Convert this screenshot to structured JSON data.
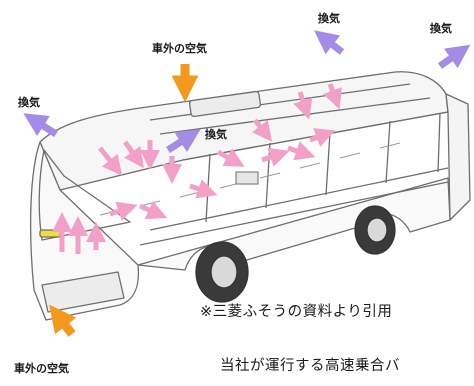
{
  "labels": {
    "outside_air_top": "車外の空気",
    "outside_air_bottom": "車外の空気",
    "ventilation_left": "換気",
    "ventilation_center": "換気",
    "ventilation_top_right": "換気",
    "ventilation_far_right": "換気"
  },
  "notes": {
    "source_credit": "※三菱ふそうの資料より引用",
    "body_text_fragment": "当社が運行する高速乗合バ"
  },
  "colors": {
    "intake_arrow": "#f39a1e",
    "exhaust_arrow": "#a48ce6",
    "internal_flow_arrow": "#f2a0c8",
    "bus_line": "#6e6e6e",
    "bus_fill": "#f6f6f6"
  }
}
